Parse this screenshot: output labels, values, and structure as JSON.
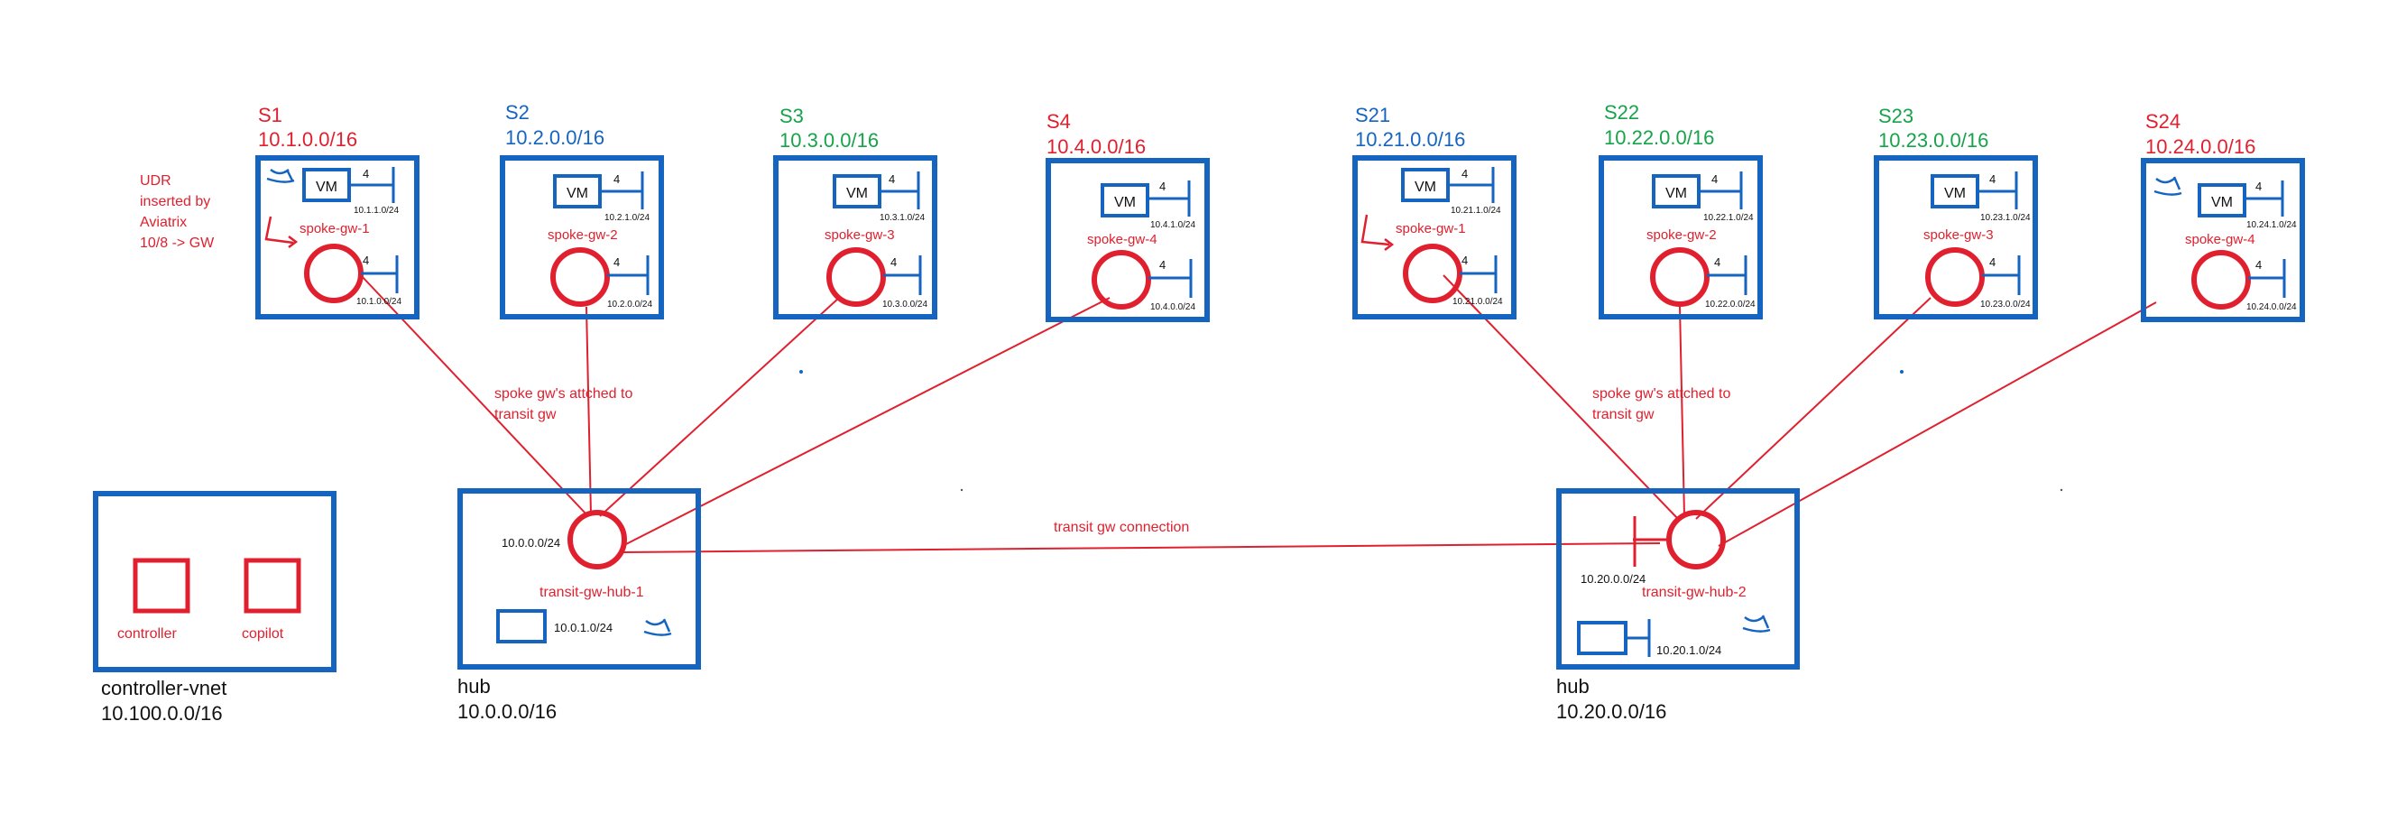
{
  "spokes_left": [
    {
      "name": "S1",
      "cidr": "10.1.0.0/16",
      "gw": "spoke-gw-1",
      "vm_subnet": "10.1.1.0/24",
      "gw_subnet": "10.1.0.0/24",
      "vm": "VM",
      "mark": "4",
      "gw_mark": "4",
      "name_color": "#e0202e"
    },
    {
      "name": "S2",
      "cidr": "10.2.0.0/16",
      "gw": "spoke-gw-2",
      "vm_subnet": "10.2.1.0/24",
      "gw_subnet": "10.2.0.0/24",
      "vm": "VM",
      "mark": "4",
      "gw_mark": "4",
      "name_color": "#1565c0"
    },
    {
      "name": "S3",
      "cidr": "10.3.0.0/16",
      "gw": "spoke-gw-3",
      "vm_subnet": "10.3.1.0/24",
      "gw_subnet": "10.3.0.0/24",
      "vm": "VM",
      "mark": "4",
      "gw_mark": "4",
      "name_color": "#16a34a"
    },
    {
      "name": "S4",
      "cidr": "10.4.0.0/16",
      "gw": "spoke-gw-4",
      "vm_subnet": "10.4.1.0/24",
      "gw_subnet": "10.4.0.0/24",
      "vm": "VM",
      "mark": "4",
      "gw_mark": "4",
      "name_color": "#e0202e"
    }
  ],
  "spokes_right": [
    {
      "name": "S21",
      "cidr": "10.21.0.0/16",
      "gw": "spoke-gw-1",
      "vm_subnet": "10.21.1.0/24",
      "gw_subnet": "10.21.0.0/24",
      "vm": "VM",
      "mark": "4",
      "gw_mark": "4",
      "name_color": "#1565c0"
    },
    {
      "name": "S22",
      "cidr": "10.22.0.0/16",
      "gw": "spoke-gw-2",
      "vm_subnet": "10.22.1.0/24",
      "gw_subnet": "10.22.0.0/24",
      "vm": "VM",
      "mark": "4",
      "gw_mark": "4",
      "name_color": "#16a34a"
    },
    {
      "name": "S23",
      "cidr": "10.23.0.0/16",
      "gw": "spoke-gw-3",
      "vm_subnet": "10.23.1.0/24",
      "gw_subnet": "10.23.0.0/24",
      "vm": "VM",
      "mark": "4",
      "gw_mark": "4",
      "name_color": "#16a34a"
    },
    {
      "name": "S24",
      "cidr": "10.24.0.0/16",
      "gw": "spoke-gw-4",
      "vm_subnet": "10.24.1.0/24",
      "gw_subnet": "10.24.0.0/24",
      "vm": "VM",
      "mark": "4",
      "gw_mark": "4",
      "name_color": "#e0202e"
    }
  ],
  "udr_note": [
    "UDR",
    "inserted by",
    "Aviatrix",
    "10/8 -> GW"
  ],
  "hubs": [
    {
      "name": "hub",
      "cidr": "10.0.0.0/16",
      "transit_gw": "transit-gw-hub-1",
      "gw_subnet": "10.0.0.0/24",
      "vm_subnet": "10.0.1.0/24"
    },
    {
      "name": "hub",
      "cidr": "10.20.0.0/16",
      "transit_gw": "transit-gw-hub-2",
      "gw_subnet": "10.20.0.0/24",
      "vm_subnet": "10.20.1.0/24"
    }
  ],
  "attach_notes": [
    [
      "spoke gw's attched to",
      "transit gw"
    ],
    [
      "spoke gw's attched to",
      "transit gw"
    ]
  ],
  "transit_connection": "transit gw connection",
  "controller_vnet": {
    "name": "controller-vnet",
    "cidr": "10.100.0.0/16",
    "controller": "controller",
    "copilot": "copilot"
  }
}
